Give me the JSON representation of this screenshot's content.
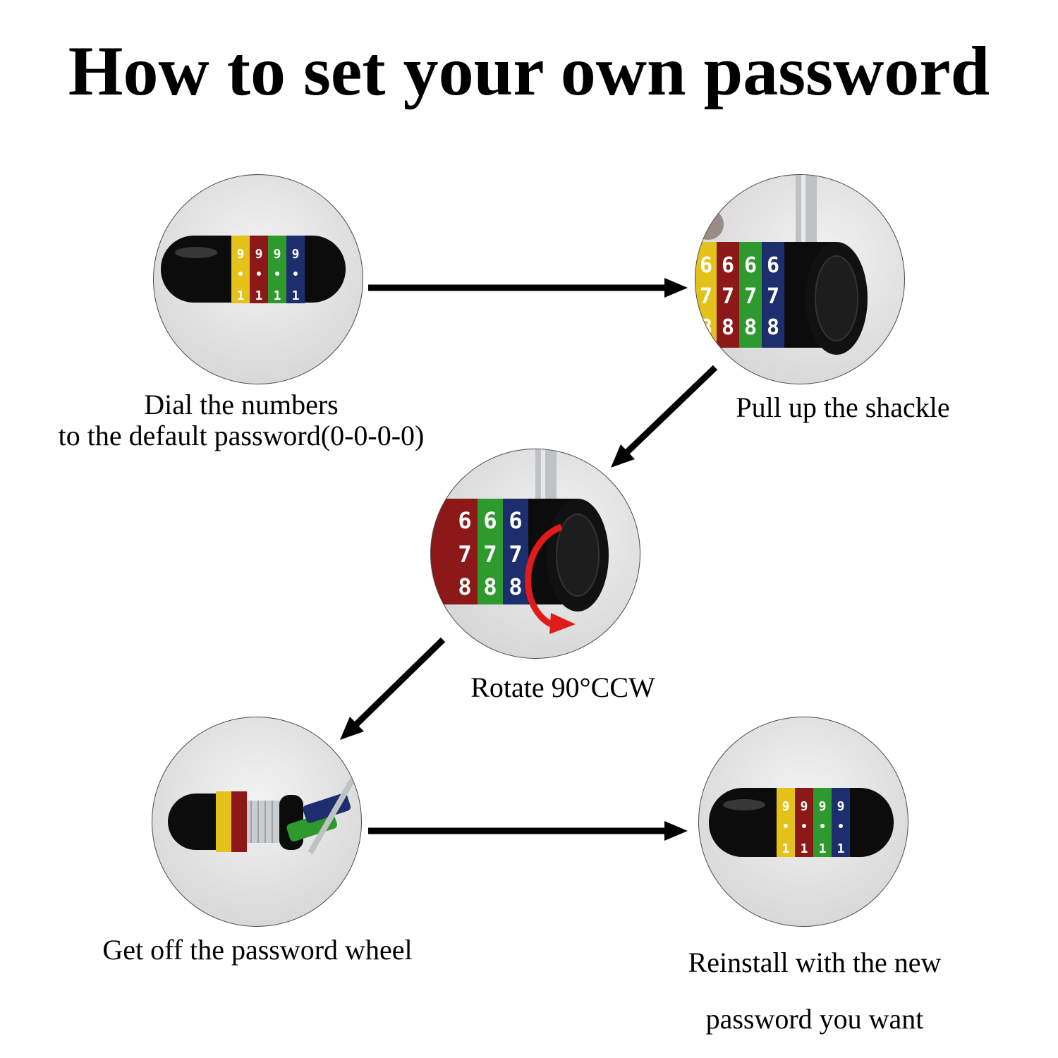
{
  "title": "How to set your own password",
  "steps": [
    {
      "caption_lines": [
        "Dial the numbers",
        "to the default password(0-0-0-0)"
      ],
      "icon": "combination-lock-icon"
    },
    {
      "caption_lines": [
        "Pull up the shackle"
      ],
      "icon": "lock-shackle-pulled-icon"
    },
    {
      "caption_lines": [
        "Rotate 90°CCW"
      ],
      "icon": "rotate-ccw-arrow-icon"
    },
    {
      "caption_lines": [
        "Get off the password wheel"
      ],
      "icon": "password-wheel-removed-icon"
    },
    {
      "caption_lines": [
        "Reinstall with the new",
        "password you want"
      ],
      "icon": "lock-reinstalled-icon"
    }
  ],
  "colors": {
    "wheel_yellow": "#e4c21b",
    "wheel_red": "#8c1818",
    "wheel_green": "#2e9a2e",
    "wheel_blue": "#1d2e6e",
    "lock_body": "#0c0c0c",
    "shackle": "#bfc2c4",
    "rotate_arrow": "#e11a1a",
    "flow_arrow": "#000000"
  }
}
